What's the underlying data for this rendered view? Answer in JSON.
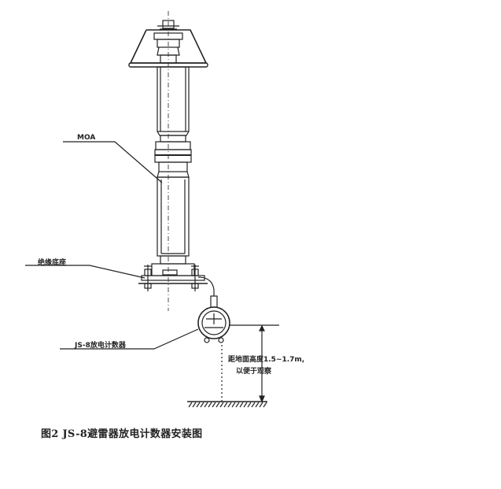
{
  "figure": {
    "caption": "图2  JS-8避雷器放电计数器安装图",
    "labels": {
      "moa": "MOA",
      "insulating_base": "绝缘底座",
      "counter": "JS-8放电计数器",
      "height_line1": "距地面高度1.5~1.7m,",
      "height_line2": "以便于观察"
    },
    "colors": {
      "line": "#222222",
      "background": "#ffffff"
    }
  }
}
